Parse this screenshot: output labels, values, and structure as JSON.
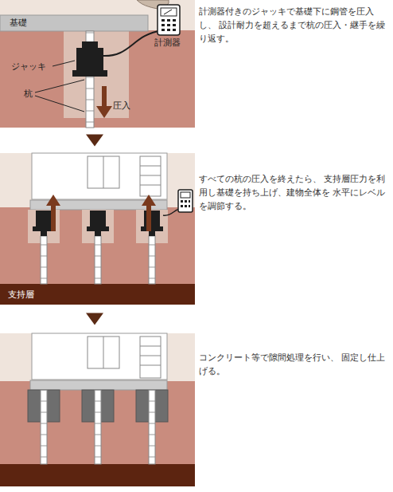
{
  "diagram": {
    "nodes": [
      {
        "text": [
          "計測器付きのジャッキで基礎下に鋼管を圧入し、 設計耐力を超えるまで杭の圧入・継手を繰り返す。"
        ]
      },
      {
        "text": [
          "すべての杭の圧入を終えたら、 支持層圧力を利用し基礎を持ち上げ、建物全体を 水平にレベルを調節する。"
        ]
      },
      {
        "text": [
          "コンクリート等で隙間処理を行い、 固定し仕上げる。"
        ]
      }
    ],
    "edges": [
      {
        "from": 0,
        "to": 1,
        "arrow": "to"
      },
      {
        "from": 1,
        "to": 2,
        "arrow": "to"
      }
    ],
    "labels": [
      "基礎",
      "計測器",
      "ジャッキ",
      "杭",
      "圧入",
      "支持層"
    ]
  }
}
